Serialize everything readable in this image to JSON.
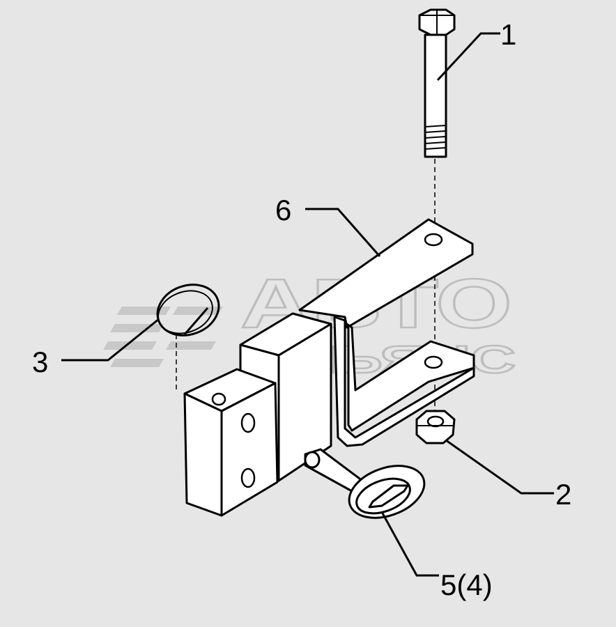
{
  "callouts": {
    "c1": "1",
    "c2": "2",
    "c3": "3",
    "c5": "5(4)",
    "c6": "6"
  },
  "watermark": {
    "line1": "АВТО",
    "line2": "АЛЬЯНС"
  },
  "colors": {
    "background": "#e6e6e6",
    "line": "#000000",
    "part_fill": "#ffffff",
    "watermark": "#bdbdbd"
  }
}
